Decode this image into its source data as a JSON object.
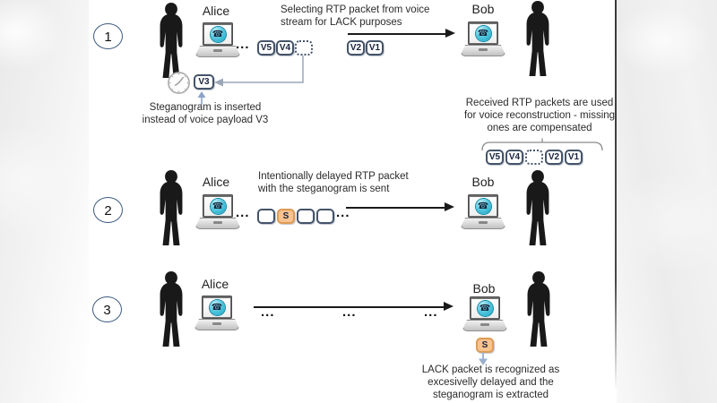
{
  "labels": {
    "alice": "Alice",
    "bob": "Bob",
    "ellipsis": "..."
  },
  "colors": {
    "packet_border": "#44546a",
    "packet_text": "#17233d",
    "steganogram_fill": "#f9c28f",
    "steganogram_border": "#df9b55",
    "phone_screen_accent": "#35b8d4",
    "arrow": "#1a1a1a",
    "connector": "#9aa7b8"
  },
  "step1": {
    "number": "1",
    "caption_line1": "Selecting RTP packet from voice",
    "caption_line2": "stream for LACK purposes",
    "stream_packets": [
      "V5",
      "V4",
      "",
      "V2",
      "V1"
    ],
    "extracted_packet": "V3",
    "note_line1": "Steganogram is inserted",
    "note_line2": "instead of voice payload V3"
  },
  "step2": {
    "number": "2",
    "caption_line1": "Intentionally delayed RTP packet",
    "caption_line2": "with the steganogram is sent",
    "sent_packets": [
      "",
      "S",
      "",
      ""
    ],
    "receiver_note_line1": "Received RTP packets are used",
    "receiver_note_line2": "for voice reconstruction - missing",
    "receiver_note_line3": "ones are compensated",
    "received_packets": [
      "V5",
      "V4",
      "",
      "V2",
      "V1"
    ]
  },
  "step3": {
    "number": "3",
    "steganogram_label": "S",
    "note_line1": "LACK packet is recognized as",
    "note_line2": "excesivelly delayed and the",
    "note_line3": "steganogram is extracted"
  }
}
